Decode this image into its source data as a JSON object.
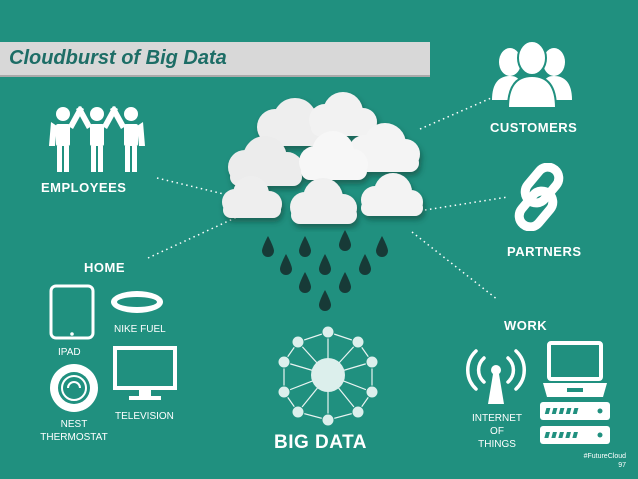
{
  "title": "Cloudburst of Big Data",
  "labels": {
    "employees": "EMPLOYEES",
    "customers": "CUSTOMERS",
    "partners": "PARTNERS",
    "home": "HOME",
    "work": "WORK",
    "ipad": "IPAD",
    "nike_fuel": "NIKE FUEL",
    "nest_line1": "NEST",
    "nest_line2": "THERMOSTAT",
    "television": "TELEVISION",
    "iot_line1": "INTERNET",
    "iot_line2": "OF THINGS",
    "big_data": "BIG DATA"
  },
  "footer": {
    "hashtag": "#FutureCloud",
    "page": "97"
  },
  "colors": {
    "background": "#20907f",
    "banner": "#d8d8d8",
    "title_text": "#1d6d66",
    "icon_white": "#ffffff",
    "drops": "#173a37"
  }
}
